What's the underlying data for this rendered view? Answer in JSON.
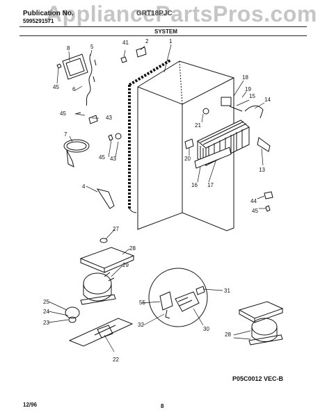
{
  "header": {
    "publication_label": "Publication No.",
    "publication_number": "5995291571",
    "model": "GRT18PJC",
    "watermark": "AppliancePartsPros.com"
  },
  "section_title": "SYSTEM",
  "callouts": [
    "1",
    "2",
    "4",
    "5",
    "6",
    "7",
    "8",
    "13",
    "14",
    "15",
    "16",
    "17",
    "18",
    "19",
    "20",
    "21",
    "22",
    "23",
    "24",
    "25",
    "27",
    "28",
    "29",
    "30",
    "31",
    "32",
    "41",
    "43",
    "44",
    "45",
    "55"
  ],
  "footer": {
    "figure_code": "P05C0012 VEC-B",
    "date": "12/96",
    "page": "8"
  }
}
